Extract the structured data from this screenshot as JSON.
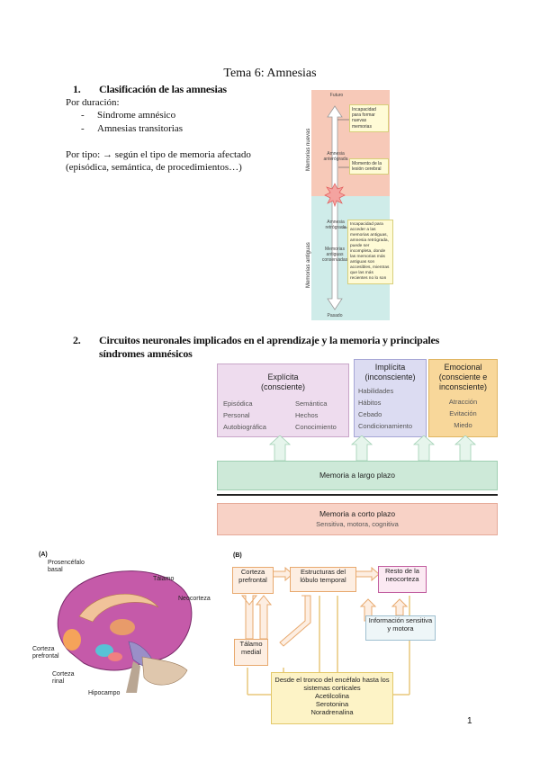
{
  "title": "Tema 6:  Amnesias",
  "section1": {
    "number": "1.",
    "heading": "Clasificación de las amnesias",
    "by_duration_label": "Por duración:",
    "duration_items": [
      "Síndrome amnésico",
      "Amnesias transitorias"
    ],
    "by_type_line1": "Por tipo: → según el tipo de memoria afectado",
    "by_type_line2": "(episódica, semántica, de procedimientos…)"
  },
  "figure1": {
    "future": "Futuro",
    "past": "Pasado",
    "new_memories": "Memorias nuevas",
    "old_memories": "Memorias antiguas",
    "anterograde": "Amnesia anterógrada",
    "retrograde": "Amnesia retrógrada",
    "oldest_memories": "Memorias antiguas conservadas",
    "note_new": "Incapacidad para formar nuevas memorias",
    "note_lesion": "Momento de la lesión cerebral",
    "note_old": "Incapacidad para acceder a las memorias antiguas, amnesia retrógrada, puede ser incompleta, donde las memorias más antiguas son accesibles, mientras que las más recientes no lo son"
  },
  "section2": {
    "number": "2.",
    "heading_line1": "Circuitos neuronales implicados en el aprendizaje y la memoria y principales",
    "heading_line2": "síndromes amnésicos"
  },
  "figure2": {
    "explicit": {
      "title1": "Explícita",
      "title2": "(consciente)",
      "left": [
        "Episódica",
        "Personal",
        "Autobiográfica"
      ],
      "right": [
        "Semántica",
        "Hechos",
        "Conocimiento"
      ]
    },
    "implicit": {
      "title1": "Implícita",
      "title2": "(inconsciente)",
      "items": [
        "Habilidades",
        "Hábitos",
        "Cebado",
        "Condicionamiento"
      ]
    },
    "emotional": {
      "title1": "Emocional",
      "title2": "(consciente e",
      "title3": "inconsciente)",
      "items": [
        "Atracción",
        "Evitación",
        "Miedo"
      ]
    },
    "long_term": "Memoria a largo plazo",
    "short_term": "Memoria a corto plazo",
    "short_term_sub": "Sensitiva, motora, cognitiva"
  },
  "figure3": {
    "label_a": "(A)",
    "label_b": "(B)",
    "brain_labels": {
      "basal_forebrain": "Prosencéfalo basal",
      "thalamus": "Tálamo",
      "neocortex": "Neocorteza",
      "prefrontal": "Corteza prefrontal",
      "rhinal": "Corteza rinal",
      "hippocampus": "Hipocampo"
    },
    "boxes": {
      "prefrontal": "Corteza prefrontal",
      "temporal": "Estructuras del lóbulo temporal",
      "rest": "Resto de la neocorteza",
      "info": "Información sensitiva y motora",
      "thalamus": "Tálamo medial",
      "brainstem": "Desde el tronco del encéfalo hasta los sistemas corticales",
      "transmitters": [
        "Acetilcolina",
        "Serotonina",
        "Noradrenalina"
      ]
    }
  },
  "page_number": "1",
  "colors": {
    "pink": "#f7c9b8",
    "cyan": "#cfece9",
    "lavender": "#eedcee",
    "blue": "#dcdcf2",
    "orange": "#f8d79a",
    "green": "#cde9d8",
    "salmon": "#f8d2c6",
    "note": "#fffbd6"
  }
}
